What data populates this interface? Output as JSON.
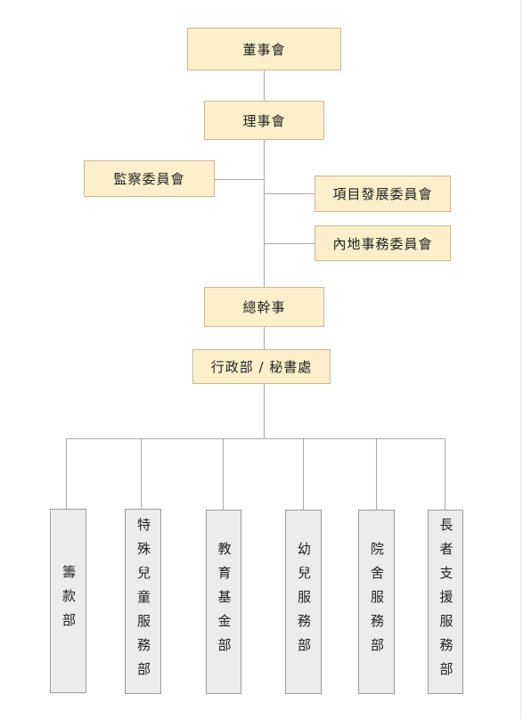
{
  "org_chart": {
    "board": "董事會",
    "council": "理事會",
    "supervisory_committee": "監察委員會",
    "project_development_committee": "項目發展委員會",
    "mainland_affairs_committee": "內地事務委員會",
    "general_secretary": "總幹事",
    "administration": "行政部 / 秘書處",
    "departments": [
      "籌款部",
      "特殊兒童服務部",
      "教育基金部",
      "幼兒服務部",
      "院舍服務部",
      "長者支援服務部"
    ]
  }
}
